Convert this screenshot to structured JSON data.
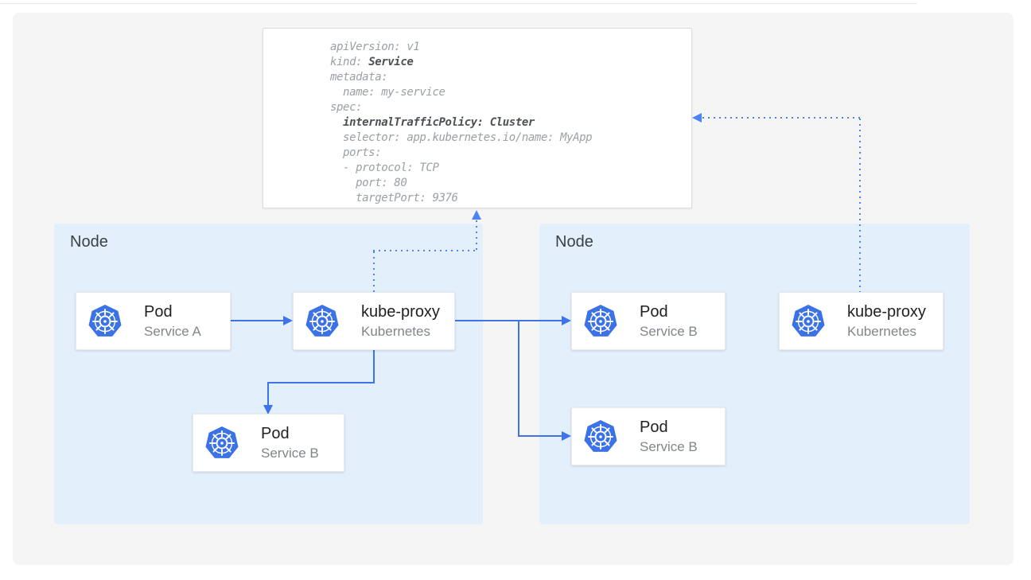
{
  "colors": {
    "solid_arrow": "#3E74E8",
    "dotted_arrow": "#4C85F1",
    "node_background": "#E3F0FC",
    "panel_background": "#F5F5F6",
    "kubernetes_icon_blue": "#3B72E6"
  },
  "yaml_card": {
    "lines": [
      [
        {
          "t": "apiVersion: v1",
          "b": false
        }
      ],
      [
        {
          "t": "kind: ",
          "b": false
        },
        {
          "t": "Service",
          "b": true
        }
      ],
      [
        {
          "t": "metadata:",
          "b": false
        }
      ],
      [
        {
          "t": "  name: my-service",
          "b": false
        }
      ],
      [
        {
          "t": "spec:",
          "b": false
        }
      ],
      [
        {
          "t": "  ",
          "b": false
        },
        {
          "t": "internalTrafficPolicy: Cluster",
          "b": true
        }
      ],
      [
        {
          "t": "  selector: app.kubernetes.io/name: MyApp",
          "b": false
        }
      ],
      [
        {
          "t": "  ports:",
          "b": false
        }
      ],
      [
        {
          "t": "  - protocol: TCP",
          "b": false
        }
      ],
      [
        {
          "t": "    port: 80",
          "b": false
        }
      ],
      [
        {
          "t": "    targetPort: 9376",
          "b": false
        }
      ]
    ]
  },
  "icons": {
    "card_icon": "kubernetes-wheel"
  },
  "nodes": [
    {
      "label": "Node",
      "cards": [
        {
          "title": "Pod",
          "subtitle": "Service A"
        },
        {
          "title": "kube-proxy",
          "subtitle": "Kubernetes"
        },
        {
          "title": "Pod",
          "subtitle": "Service B"
        }
      ]
    },
    {
      "label": "Node",
      "cards": [
        {
          "title": "Pod",
          "subtitle": "Service B"
        },
        {
          "title": "kube-proxy",
          "subtitle": "Kubernetes"
        },
        {
          "title": "Pod",
          "subtitle": "Service B"
        }
      ]
    }
  ]
}
